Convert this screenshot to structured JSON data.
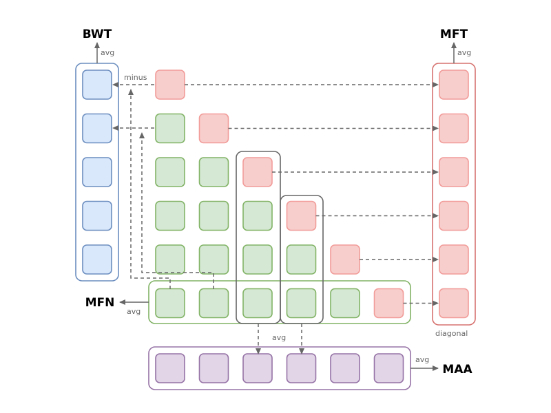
{
  "labels": {
    "bwt": "BWT",
    "mft": "MFT",
    "mfn": "MFN",
    "maa": "MAA",
    "avg": "avg",
    "minus": "minus",
    "diagonal": "diagonal"
  },
  "matrix": {
    "rows": [
      [
        "diag"
      ],
      [
        "off",
        "diag"
      ],
      [
        "off",
        "off",
        "diag"
      ],
      [
        "off",
        "off",
        "off",
        "diag"
      ],
      [
        "off",
        "off",
        "off",
        "off",
        "diag"
      ],
      [
        "off",
        "off",
        "off",
        "off",
        "off",
        "diag"
      ]
    ]
  },
  "bwt_cells": 5,
  "mft_cells": 6,
  "maa_cells": 6,
  "colors": {
    "diag_fill": "#f8cecc",
    "diag_stroke": "#f19c99",
    "off_fill": "#d5e8d4",
    "off_stroke": "#82b366",
    "blue_fill": "#dae8fc",
    "blue_stroke": "#6c8ebf",
    "purple_fill": "#e1d5e7",
    "purple_stroke": "#9673a6",
    "red_border": "#d6726f",
    "green_border": "#82b366",
    "gray_border": "#666666"
  }
}
